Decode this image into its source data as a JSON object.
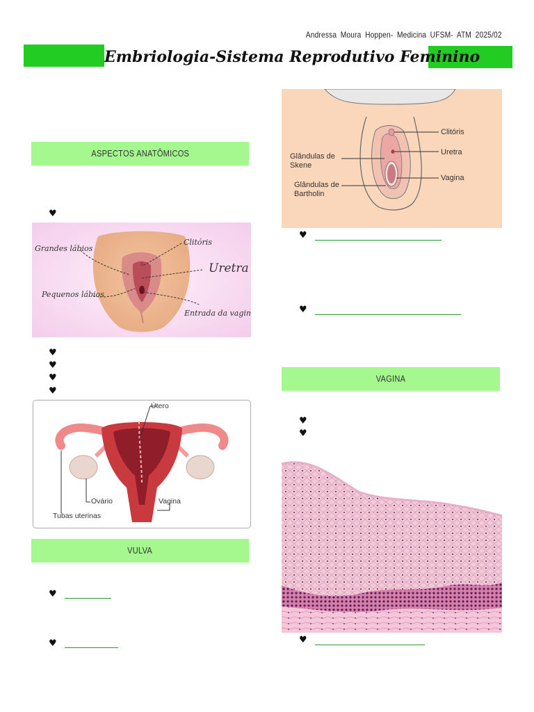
{
  "header": {
    "author": "Andressa Moura Hoppen- Medicina UFSM- ATM 2025/02",
    "title": "Embriologia-Sistema Reprodutivo Feminino"
  },
  "sections": {
    "aspectos": "ASPECTOS ANATÔMICOS",
    "vulva": "VULVA",
    "vagina": "VAGINA"
  },
  "bullet_symbol": "♥",
  "figure_vulva_external": {
    "labels": {
      "grandes_labios": "Grandes lábios",
      "clitoris": "Clitóris",
      "uretra": "Uretra",
      "pequenos_labios": "Pequenos lábios",
      "entrada_vagina": "Entrada da vagina"
    }
  },
  "figure_uterus": {
    "labels": {
      "utero": "Útero",
      "ovario": "Ovário",
      "vagina": "Vagina",
      "tubas": "Tubas uterinas"
    }
  },
  "figure_glands": {
    "labels": {
      "clitoris": "Clitóris",
      "uretra": "Uretra",
      "skene": "Glândulas de\nSkene",
      "vagina": "Vagina",
      "bartholin": "Glândulas de\nBartholin"
    }
  },
  "colors": {
    "title_bar": "#22cc22",
    "section_bg": "#a4f88e",
    "underline": "#2a9b2a"
  }
}
